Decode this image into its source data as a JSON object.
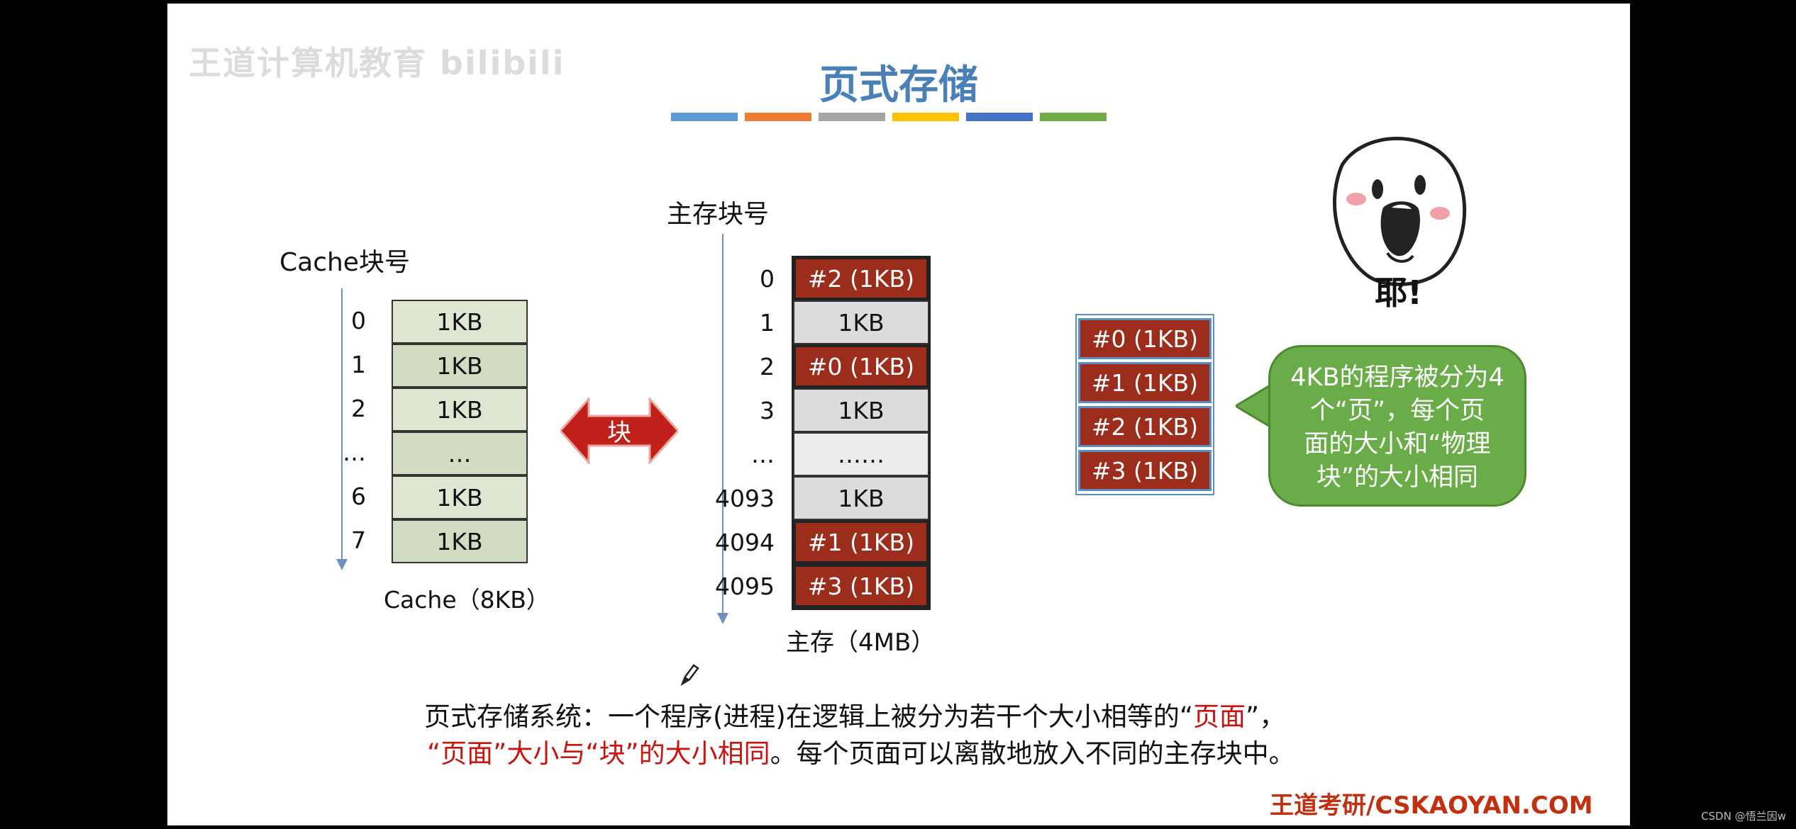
{
  "slide": {
    "title": "页式存储",
    "watermark": "王道计算机教育 bilibili",
    "color_stripes": [
      "#5b9bd5",
      "#ed7d31",
      "#a5a5a5",
      "#ffc000",
      "#4472c4",
      "#70ad47"
    ]
  },
  "cache": {
    "heading": "Cache块号",
    "caption": "Cache（8KB）",
    "blocks": [
      {
        "index": "0",
        "label": "1KB"
      },
      {
        "index": "1",
        "label": "1KB"
      },
      {
        "index": "2",
        "label": "1KB"
      },
      {
        "index": "…",
        "label": "…"
      },
      {
        "index": "6",
        "label": "1KB"
      },
      {
        "index": "7",
        "label": "1KB"
      }
    ]
  },
  "exchange_arrow": {
    "label": "块",
    "color": "#c0211a"
  },
  "main_memory": {
    "heading": "主存块号",
    "caption": "主存（4MB）",
    "blocks": [
      {
        "index": "0",
        "label": "#2 (1KB)",
        "kind": "page"
      },
      {
        "index": "1",
        "label": "1KB",
        "kind": "free"
      },
      {
        "index": "2",
        "label": "#0 (1KB)",
        "kind": "page"
      },
      {
        "index": "3",
        "label": "1KB",
        "kind": "free"
      },
      {
        "index": "…",
        "label": "……",
        "kind": "light"
      },
      {
        "index": "4093",
        "label": "1KB",
        "kind": "free"
      },
      {
        "index": "4094",
        "label": "#1 (1KB)",
        "kind": "page"
      },
      {
        "index": "4095",
        "label": "#3 (1KB)",
        "kind": "page"
      }
    ]
  },
  "program_pages": [
    "#0 (1KB)",
    "#1 (1KB)",
    "#2 (1KB)",
    "#3 (1KB)"
  ],
  "mascot": {
    "exclamation": "耶!"
  },
  "speech_bubble": {
    "lines": [
      "4KB的程序被分为4",
      "个“页”，每个页",
      "面的大小和“物理",
      "块”的大小相同"
    ]
  },
  "description": {
    "line1_a": "页式存储系统：一个程序(进程)在逻辑上被分为若干个大小相等的“",
    "line1_red": "页面",
    "line1_b": "”，",
    "line2_red": "“页面”大小与“块”的大小相同",
    "line2_b": "。每个页面可以离散地放入不同的主存块中。"
  },
  "footer": {
    "text": "王道考研/CSKAOYAN.COM",
    "csdn": "CSDN @悟兰因w"
  },
  "colors": {
    "page_block": "#9c2c1c",
    "title": "#4a80b8",
    "bubble": "#6aac48",
    "emphasis": "#c8140e"
  }
}
